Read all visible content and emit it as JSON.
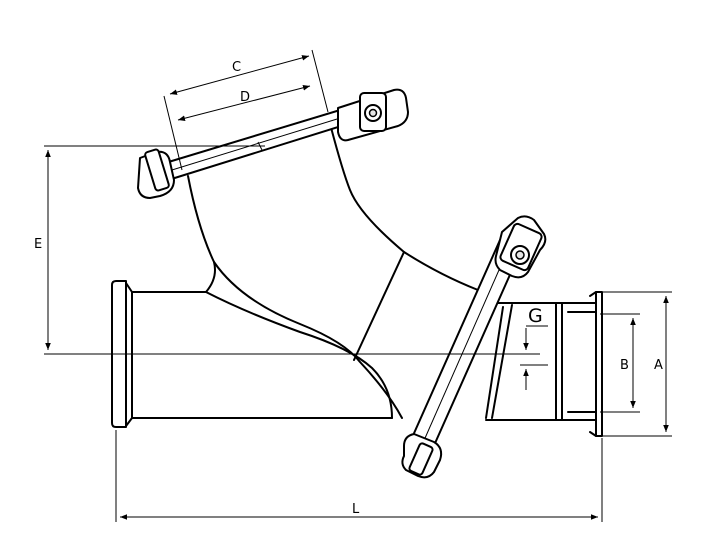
{
  "labels": {
    "A": "A",
    "B": "B",
    "C": "C",
    "D": "D",
    "E": "E",
    "G": "G",
    "L": "L"
  },
  "colors": {
    "line": "#000000",
    "background": "#ffffff",
    "shade": "#e6e6e6"
  }
}
